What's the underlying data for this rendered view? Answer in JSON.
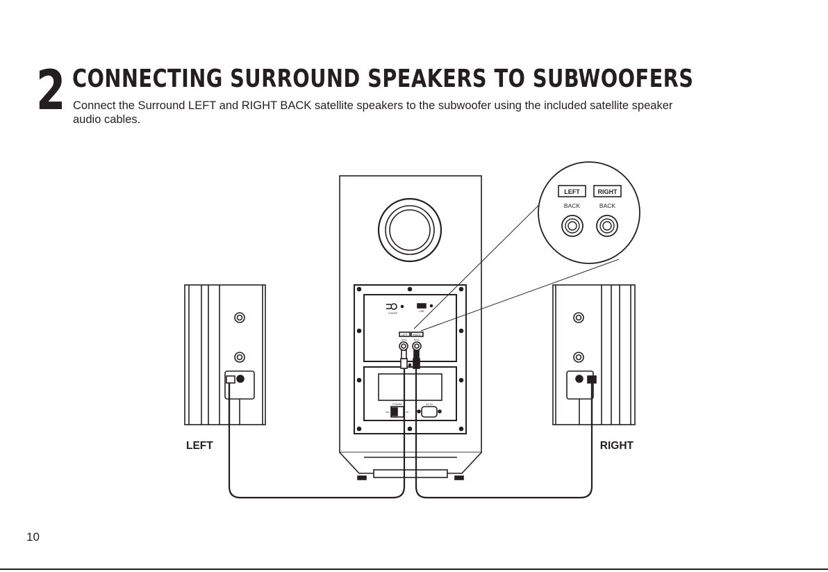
{
  "step": {
    "number": "2"
  },
  "heading": "CONNECTING SURROUND SPEAKERS TO SUBWOOFERS",
  "intro": "Connect the Surround LEFT and RIGHT BACK satellite speakers to the subwoofer using the included satellite speaker audio cables.",
  "diagram": {
    "left_speaker_label": "LEFT",
    "right_speaker_label": "RIGHT",
    "callout": {
      "left_jack_label": "LEFT",
      "right_jack_label": "RIGHT",
      "left_back_label": "BACK",
      "right_back_label": "BACK"
    },
    "panel": {
      "power_port_label": "P.WOFF",
      "usb_label": "USB",
      "left_small_label": "LEFT",
      "right_small_label": "RIGHT",
      "back_small_left": "BACK",
      "back_small_right": "BACK",
      "power_switch_label": "POWER",
      "ac_in_label": "AC IN",
      "switch_off_label": "OFF",
      "switch_on_label": "ON"
    }
  },
  "footer": {
    "page_number": "10"
  }
}
